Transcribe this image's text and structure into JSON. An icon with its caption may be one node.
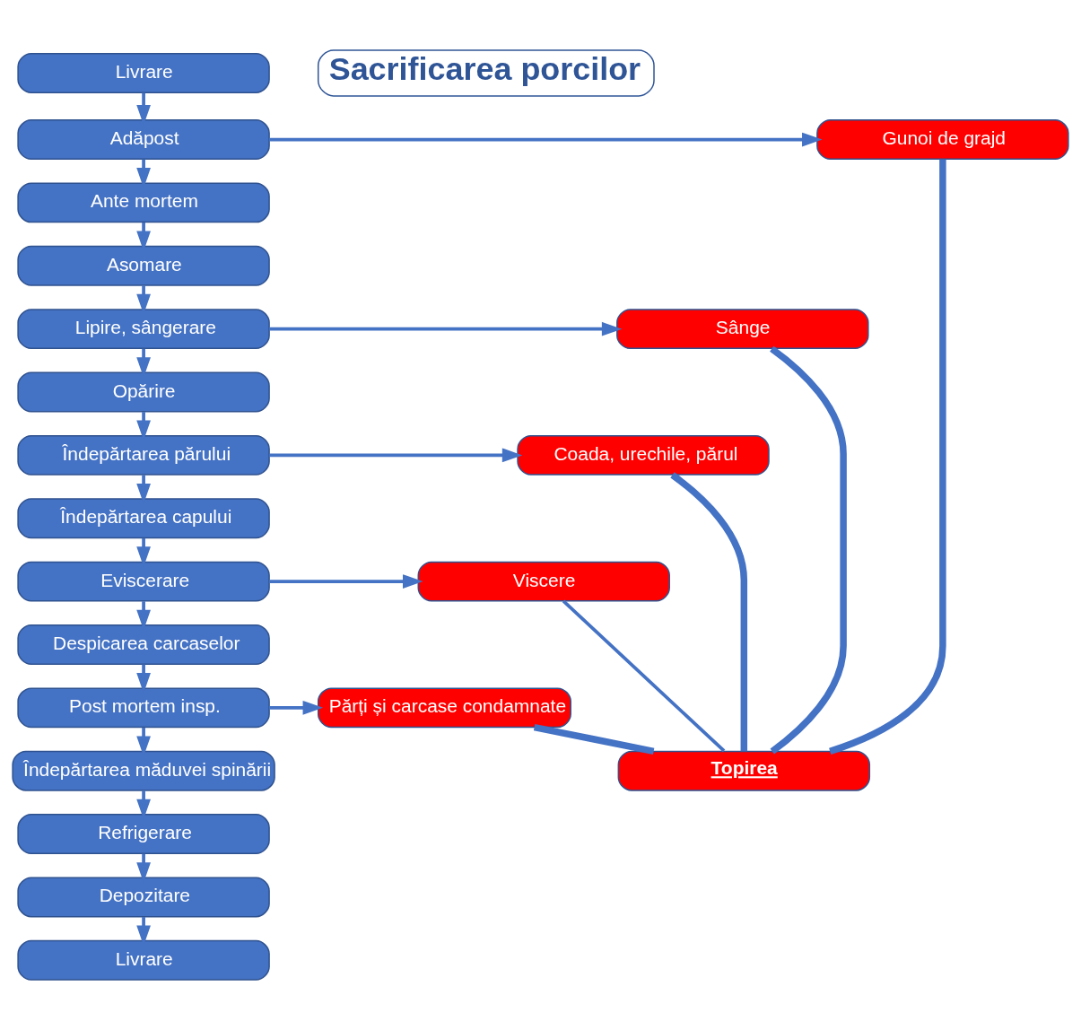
{
  "diagram": {
    "nodes": [
      {
        "text": [
          "Livrare"
        ]
      },
      {
        "text": [
          "Adăpost"
        ]
      },
      {
        "text": [
          "Ante mortem"
        ]
      },
      {
        "text": [
          "Asomare"
        ]
      },
      {
        "text": [
          "Lipire, sângerare"
        ]
      },
      {
        "text": [
          "Opărire"
        ]
      },
      {
        "text": [
          "Îndepărtarea părului"
        ]
      },
      {
        "text": [
          "Îndepărtarea capului"
        ]
      },
      {
        "text": [
          "Eviscerare"
        ]
      },
      {
        "text": [
          "Despicarea carcaselor"
        ]
      },
      {
        "text": [
          "Post mortem insp."
        ]
      },
      {
        "text": [
          "Îndepărtarea măduvei spinării"
        ]
      },
      {
        "text": [
          "Refrigerare"
        ]
      },
      {
        "text": [
          "Depozitare"
        ]
      },
      {
        "text": [
          "Livrare"
        ]
      },
      {
        "text": [
          "Gunoi de grajd"
        ]
      },
      {
        "text": [
          "Sânge"
        ]
      },
      {
        "text": [
          "Coada, urechile, părul"
        ]
      },
      {
        "text": [
          "Viscere"
        ]
      },
      {
        "text": [
          "Topirea"
        ]
      },
      {
        "text": [
          "Părți și carcase condamnate"
        ]
      },
      {
        "text": [
          "Sacrificarea porcilor"
        ]
      }
    ],
    "edges": [
      {
        "from": 0,
        "to": 1,
        "arrow": "to"
      },
      {
        "from": 1,
        "to": 2,
        "arrow": "to"
      },
      {
        "from": 2,
        "to": 3,
        "arrow": "to"
      },
      {
        "from": 3,
        "to": 4,
        "arrow": "to"
      },
      {
        "from": 4,
        "to": 5,
        "arrow": "to"
      },
      {
        "from": 5,
        "to": 6,
        "arrow": "to"
      },
      {
        "from": 6,
        "to": 7,
        "arrow": "to"
      },
      {
        "from": 7,
        "to": 8,
        "arrow": "to"
      },
      {
        "from": 8,
        "to": 9,
        "arrow": "to"
      },
      {
        "from": 9,
        "to": 10,
        "arrow": "to"
      },
      {
        "from": 10,
        "to": 11,
        "arrow": "to"
      },
      {
        "from": 11,
        "to": 12,
        "arrow": "to"
      },
      {
        "from": 12,
        "to": 13,
        "arrow": "to"
      },
      {
        "from": 13,
        "to": 14,
        "arrow": "to"
      },
      {
        "from": 1,
        "to": 15,
        "arrow": "to"
      },
      {
        "from": 4,
        "to": 16,
        "arrow": "to"
      },
      {
        "from": 6,
        "to": 17,
        "arrow": "to"
      },
      {
        "from": 8,
        "to": 18,
        "arrow": "to"
      },
      {
        "from": 10,
        "to": 20,
        "arrow": "to"
      },
      {
        "from": 15,
        "to": 19,
        "arrow": "none",
        "style": "thick"
      },
      {
        "from": 16,
        "to": 19,
        "arrow": "none",
        "style": "thick"
      },
      {
        "from": 17,
        "to": 19,
        "arrow": "none",
        "style": "thick"
      },
      {
        "from": 18,
        "to": 19,
        "arrow": "none"
      },
      {
        "from": 20,
        "to": 19,
        "arrow": "none",
        "style": "thick"
      }
    ]
  }
}
